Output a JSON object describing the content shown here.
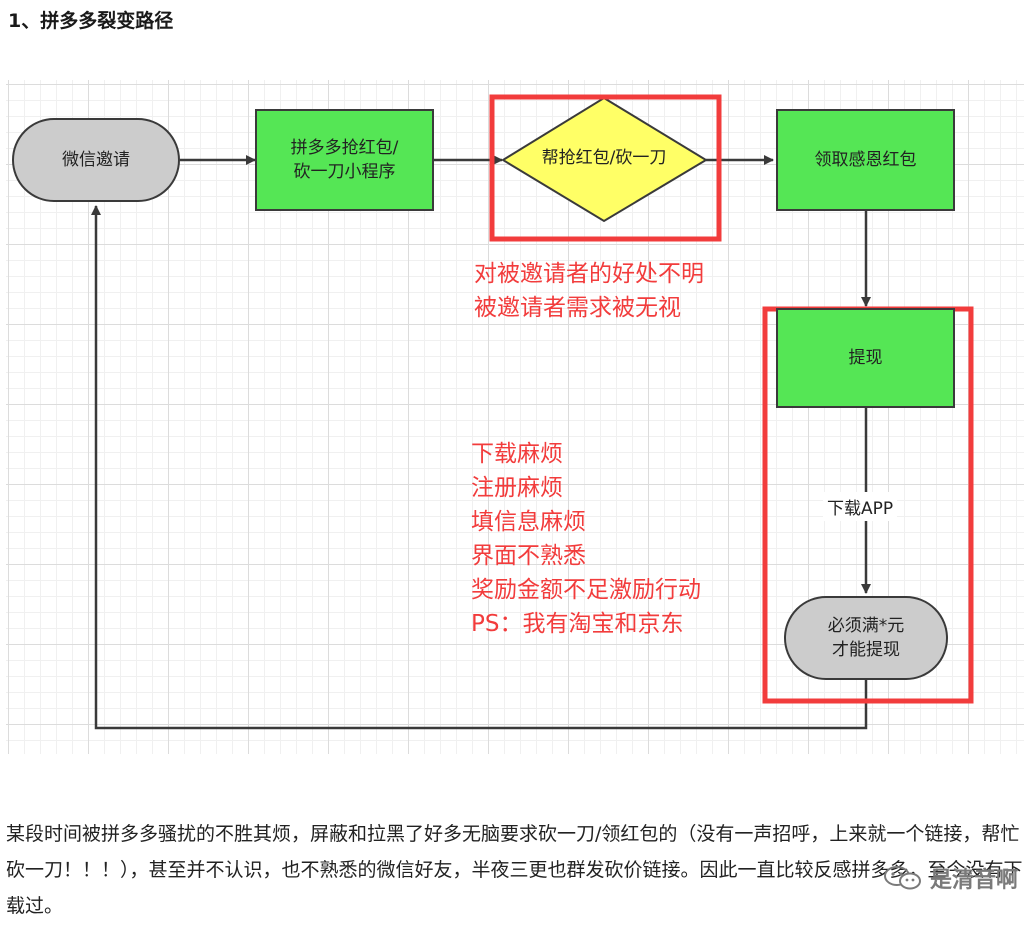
{
  "section_title": "1、拼多多裂变路径",
  "nodes": {
    "wechat_invite": "微信邀请",
    "pdd_mini_program": [
      "拼多多抢红包/",
      "砍一刀小程序"
    ],
    "help_grab": "帮抢红包/砍一刀",
    "receive_red_packet": "领取感恩红包",
    "withdraw": "提现",
    "must_full": [
      "必须满*元",
      "才能提现"
    ]
  },
  "edge_labels": {
    "download_app": "下载APP"
  },
  "annotations": {
    "invitee_issues": [
      "对被邀请者的好处不明",
      "被邀请者需求被无视"
    ],
    "withdraw_issues": [
      "下载麻烦",
      "注册麻烦",
      "填信息麻烦",
      "界面不熟悉",
      "奖励金额不足激励行动",
      "PS：我有淘宝和京东"
    ]
  },
  "paragraph": "某段时间被拼多多骚扰的不胜其烦，屏蔽和拉黑了好多无脑要求砍一刀/领红包的（没有一声招呼，上来就一个链接，帮忙砍一刀！！！），甚至并不认识，也不熟悉的微信好友，半夜三更也群发砍价链接。因此一直比较反感拼多多，至今没有下载过。",
  "watermark": "是清音啊",
  "colors": {
    "node_green": "#55e655",
    "node_gray": "#cccccc",
    "diamond_yellow": "#ffff66",
    "highlight_red": "#f23c3c",
    "stroke": "#3a3a3a"
  }
}
